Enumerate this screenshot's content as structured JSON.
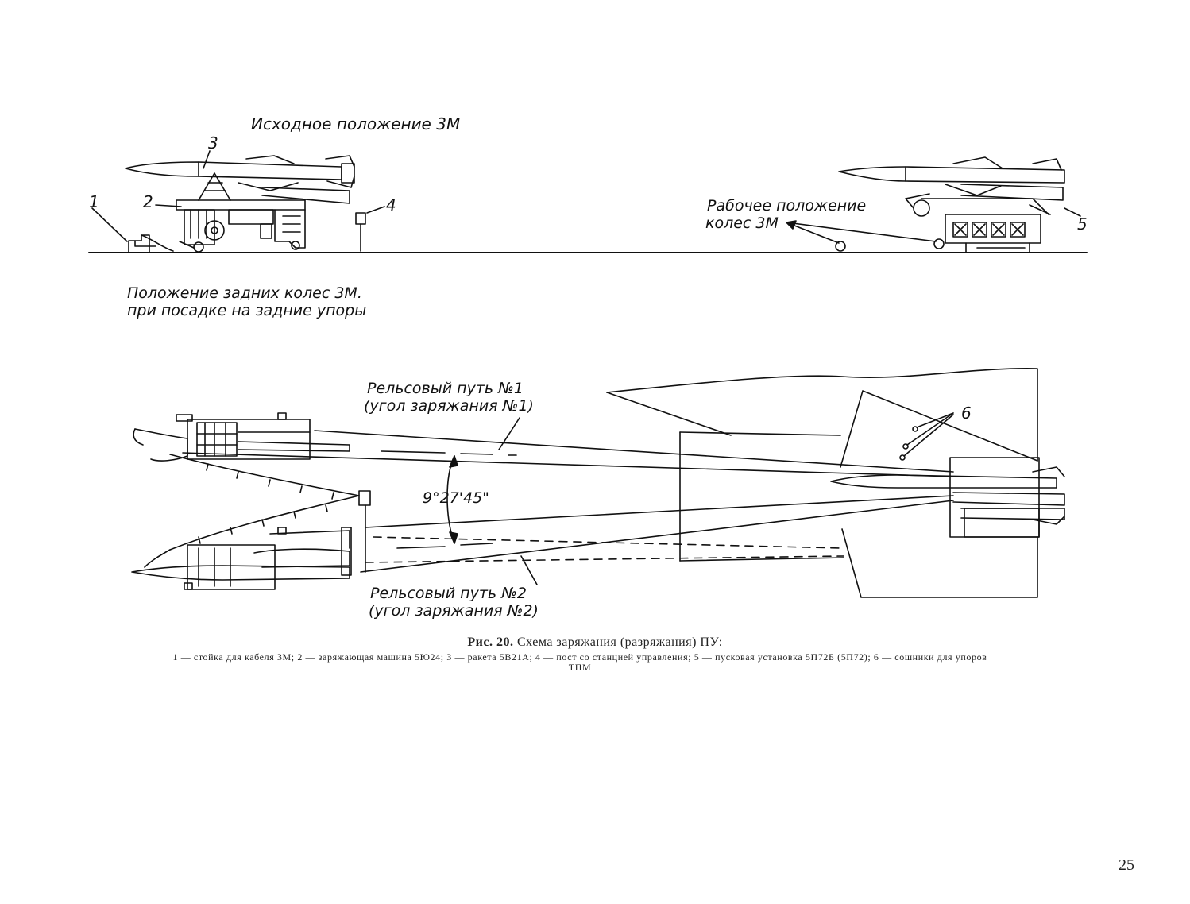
{
  "top_view": {
    "title": "Исходное положение 3М",
    "working_pos_line1": "Рабочее положение",
    "working_pos_line2": "колес  3М",
    "rear_wheels_line1": "Положение задних колес 3М.",
    "rear_wheels_line2": "при посадке на задние упоры",
    "markers": [
      "1",
      "2",
      "3",
      "4",
      "5"
    ]
  },
  "plan_view": {
    "track1_line1": "Рельсовый путь  №1",
    "track1_line2": "(угол заряжания №1)",
    "track2_line1": "Рельсовый путь  №2",
    "track2_line2": "(угол заряжания №2)",
    "angle": "9°27'45\"",
    "marker6": "6"
  },
  "caption": {
    "label": "Рис. 20.",
    "title": "Схема заряжания (разряжания) ПУ:",
    "body": "1 — стойка для кабеля 3М; 2 — заряжающая машина 5Ю24; 3 — ракета 5В21А; 4 — пост со станцией управления; 5 — пусковая установка 5П72Б (5П72); 6 — сошники для упоров ТПМ"
  },
  "page_number": "25"
}
